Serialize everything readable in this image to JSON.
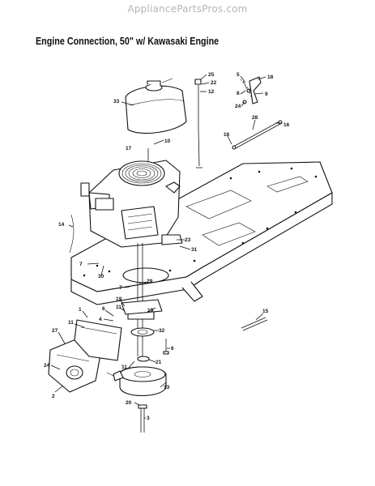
{
  "watermark": "AppliancePartsPros.com",
  "title": "Engine Connection, 50\" w/ Kawasaki Engine",
  "callouts": {
    "c1": "1",
    "c2": "2",
    "c3": "3",
    "c4": "4",
    "c5": "5",
    "c6a": "6",
    "c6b": "6",
    "c7a": "7",
    "c7b": "7",
    "c8": "8",
    "c9": "9",
    "c10": "10",
    "c11a": "11",
    "c11b": "11",
    "c12": "12",
    "c13": "13",
    "c14": "14",
    "c15": "15",
    "c16a": "16",
    "c16b": "16",
    "c17": "17",
    "c18": "18",
    "c19": "19",
    "c20": "20",
    "c21": "21",
    "c22": "22",
    "c23": "23",
    "c24a": "24",
    "c24b": "24",
    "c25": "25",
    "c27": "27",
    "c28": "28",
    "c29": "29",
    "c30": "30",
    "c31": "31",
    "c32": "32",
    "c33": "33"
  }
}
